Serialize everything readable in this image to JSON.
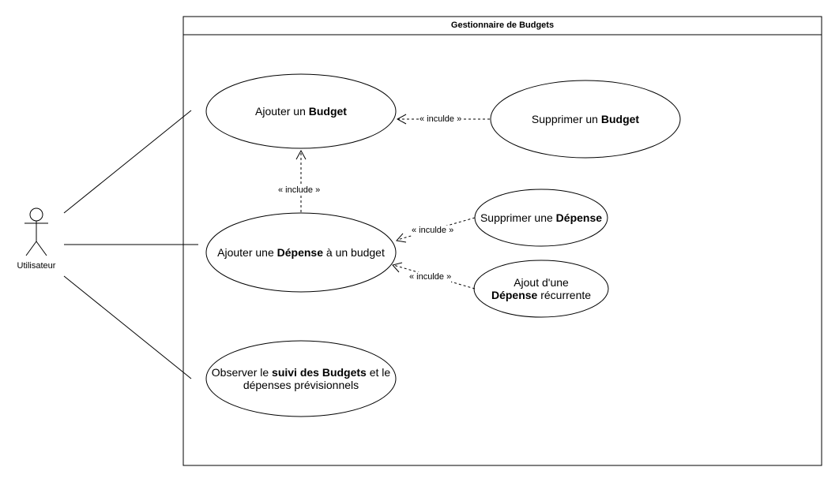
{
  "system": {
    "title": "Gestionnaire de Budgets"
  },
  "actor": {
    "name": "Utilisateur"
  },
  "use_cases": {
    "ajouter_budget": {
      "pre": "Ajouter un ",
      "bold": "Budget",
      "post": ""
    },
    "supprimer_budget": {
      "pre": "Supprimer un ",
      "bold": "Budget",
      "post": ""
    },
    "ajouter_depense": {
      "pre": "Ajouter une ",
      "bold": "Dépense",
      "post": " à un budget"
    },
    "supprimer_depense": {
      "pre": "Supprimer une ",
      "bold": "Dépense",
      "post": ""
    },
    "ajout_recurrente": {
      "line1": "Ajout d'une",
      "bold": "Dépense",
      "post": " récurrente"
    },
    "observer_suivi": {
      "pre": "Observer le ",
      "bold": "suivi des Budgets",
      "post": " et le",
      "line2": "dépenses prévisionnels"
    }
  },
  "relations": {
    "include_supprimer_budget": "« inculde »",
    "include_ajouter_depense": "« include »",
    "include_supprimer_depense": "« inculde »",
    "include_recurrente": "« inculde »"
  }
}
